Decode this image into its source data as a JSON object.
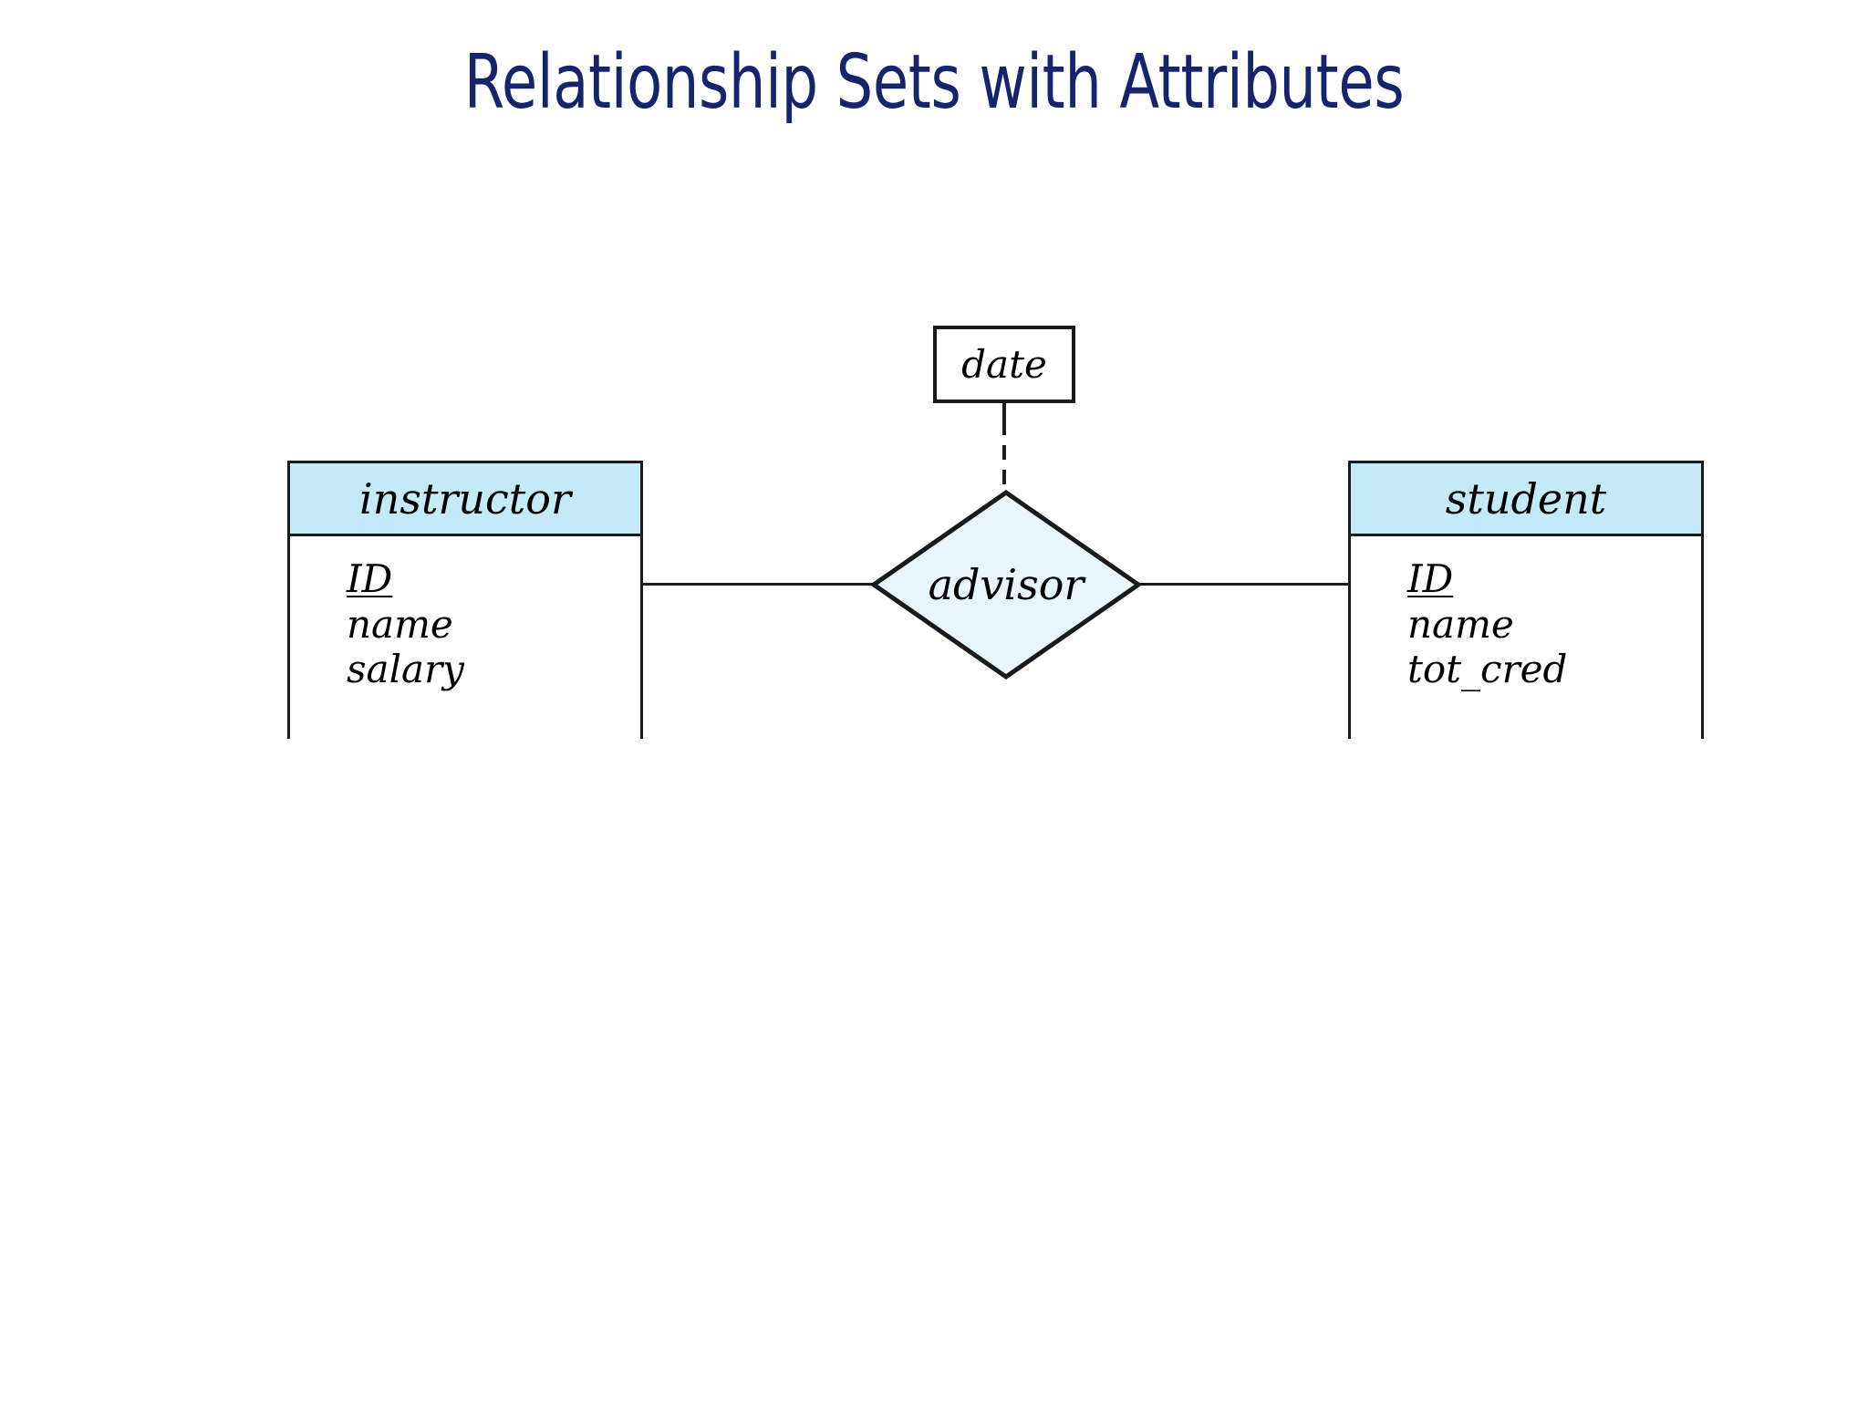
{
  "slide": {
    "title": "Relationship Sets with Attributes",
    "title_color": "#16246b",
    "background_color": "#ffffff"
  },
  "diagram": {
    "type": "entity-relationship",
    "colors": {
      "entity_header_fill": "#c4e9f8",
      "entity_body_fill": "#ffffff",
      "relationship_fill": "#e8f5fa",
      "line": "#1a1a1a",
      "text": "#000000"
    },
    "entities": [
      {
        "name": "instructor",
        "title": "instructor",
        "attributes": [
          {
            "label": "ID",
            "primary_key": true
          },
          {
            "label": "name",
            "primary_key": false
          },
          {
            "label": "salary",
            "primary_key": false
          }
        ]
      },
      {
        "name": "student",
        "title": "student",
        "attributes": [
          {
            "label": "ID",
            "primary_key": true
          },
          {
            "label": "name",
            "primary_key": false
          },
          {
            "label": "tot_cred",
            "primary_key": false
          }
        ]
      }
    ],
    "relationships": [
      {
        "name": "advisor",
        "label": "advisor",
        "shape": "diamond",
        "connects": [
          "instructor",
          "student"
        ],
        "descriptive_attribute": "date"
      }
    ],
    "descriptive_attributes": [
      {
        "name": "date",
        "label": "date",
        "shape": "rectangle",
        "attached_to": "advisor",
        "connector_style": "dashed"
      }
    ]
  }
}
